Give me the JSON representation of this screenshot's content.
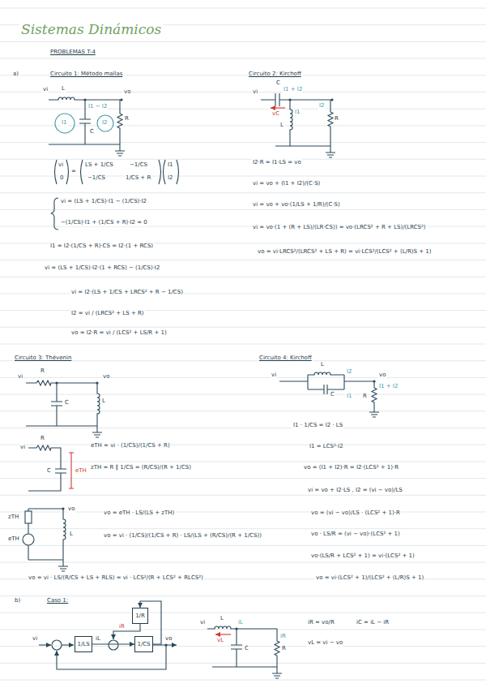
{
  "diagram": {
    "title": "Sistemas Dinámicos",
    "nodes": [
      {
        "text": [
          "1/LS"
        ]
      },
      {
        "text": [
          "1/CS"
        ]
      },
      {
        "text": [
          "1/R"
        ]
      }
    ],
    "edges": [
      {
        "from": 0,
        "to": 1,
        "arrow": "to",
        "label": "iL"
      },
      {
        "from": 1,
        "to": 2,
        "arrow": "to"
      }
    ],
    "labels": [
      "PROBLEMAS T-4",
      "a)",
      "Circuito 1: Método mallas",
      "Circuito 2: Kirchoff",
      "vi",
      "L",
      "vo",
      "I1",
      "I2",
      "I1 − I2",
      "C",
      "R",
      "vi",
      "0",
      "=",
      "LS + 1/CS",
      "−1/CS",
      "−1/CS",
      "1/CS + R",
      "I1",
      "I2",
      "vi = (LS + 1/CS)·I1 − (1/CS)·I2",
      "−(1/CS)·I1 + (1/CS + R)·I2 = 0",
      "I1 = I2·(1/CS + R)·CS = I2·(1 + RCS)",
      "vi = (LS + 1/CS)·I2·(1 + RCS) − (1/CS)·I2",
      "vi = I2·(LS + 1/CS + LRCS² + R − 1/CS)",
      "I2 = vi / (LRCS² + LS + R)",
      "vo = I2·R = vi / (LCS² + LS/R + 1)",
      "C",
      "I1 + I2",
      "vi",
      "vC",
      "I1",
      "I2",
      "L",
      "R",
      "I2·R = I1·LS = vo",
      "vi = vo + (I1 + I2)/(C·S)",
      "vi = vo + vo·(1/LS + 1/R)/(C·S)",
      "vi = vo·(1 + (R + LS)/(LR·CS)) = vo·(LRCS² + R + LS)/(LRCS²)",
      "vo = vi·LRCS²/(LRCS² + LS + R) = vi·LCS²/(LCS² + (L/R)S + 1)",
      "Circuito 3: Thévenin",
      "vi",
      "R",
      "vo",
      "C",
      "L",
      "vi",
      "R",
      "C",
      "eTH",
      "eTH = vi · (1/CS)/(1/CS + R)",
      "zTH = R ∥ 1/CS = (R/CS)/(R + 1/CS)",
      "zTH",
      "eTH",
      "vo",
      "L",
      "vo = eTH · LS/(LS + zTH)",
      "vo = vi · (1/CS)/(1/CS + R) · LS/(LS + (R/CS)/(R + 1/CS))",
      "vo = vi · LS/(R/CS + LS + RLS) = vi · LCS²/(R + LCS² + RLCS²)",
      "Circuito 4: Kirchoff",
      "vi",
      "L",
      "I2",
      "C",
      "I1",
      "vo",
      "I1 + I2",
      "R",
      "I1 · 1/CS = I2 · LS",
      "I1 = LCS²·I2",
      "vo = (I1 + I2)·R = I2·(LCS² + 1)·R",
      "vi = vo + I2·LS , I2 = (vi − vo)/LS",
      "vo = (vi − vo)/LS · (LCS² + 1)·R",
      "vo · LS/R = (vi − vo)·(LCS² + 1)",
      "vo·(LS/R + LCS² + 1) = vi·(LCS² + 1)",
      "vo = vi·(LCS² + 1)/(LCS² + (L/R)S + 1)",
      "b)",
      "Caso 1:",
      "vi",
      "iR",
      "vo",
      "vi",
      "L",
      "vL",
      "iL",
      "iR",
      "C",
      "R",
      "iR = vo/R",
      "iC = iL − iR",
      "vL = vi − vo"
    ]
  }
}
